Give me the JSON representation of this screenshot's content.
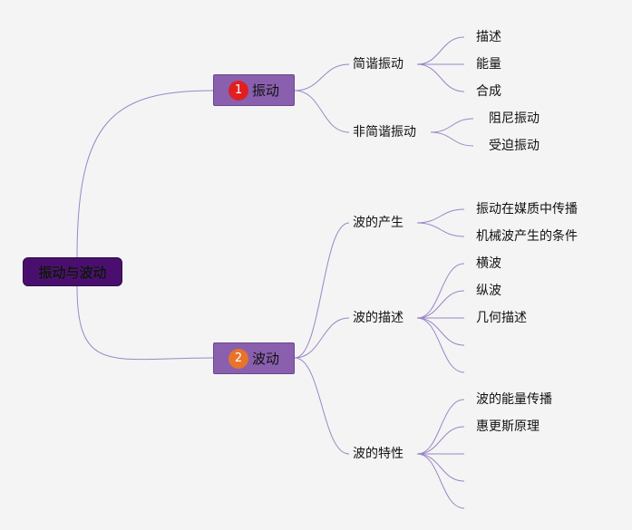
{
  "root": {
    "label": "振动与波动"
  },
  "branches": [
    {
      "badge": "1",
      "badge_color": "#e02020",
      "label": "振动",
      "children": [
        {
          "label": "简谐振动",
          "children": [
            "描述",
            "能量",
            "合成"
          ]
        },
        {
          "label": "非简谐振动",
          "children": [
            "阻尼振动",
            "受迫振动"
          ]
        }
      ]
    },
    {
      "badge": "2",
      "badge_color": "#e8742a",
      "label": "波动",
      "children": [
        {
          "label": "波的产生",
          "children": [
            "振动在媒质中传播",
            "机械波产生的条件"
          ]
        },
        {
          "label": "波的描述",
          "children": [
            "横波",
            "纵波",
            "几何描述",
            "",
            ""
          ]
        },
        {
          "label": "波的特性",
          "children": [
            "波的能量传播",
            "惠更斯原理",
            "",
            "",
            ""
          ]
        }
      ]
    }
  ],
  "colors": {
    "background": "#f4f4f4",
    "root_fill": "#4a0f6e",
    "branch_fill": "#8a5fae",
    "connector": "#9b86c4"
  }
}
